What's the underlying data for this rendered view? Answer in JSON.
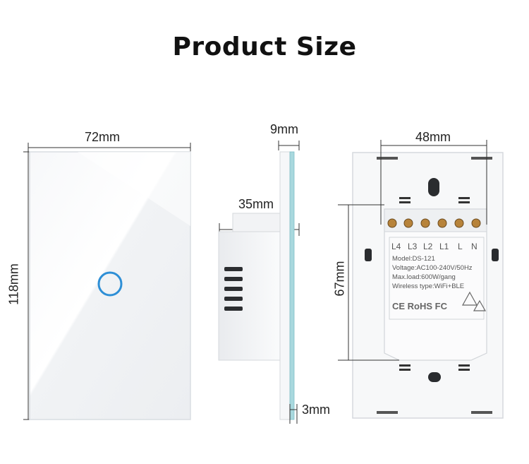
{
  "title": "Product Size",
  "dimensions": {
    "front_width": "72mm",
    "front_height": "118mm",
    "side_panel_thickness": "9mm",
    "side_depth": "35mm",
    "side_glass": "3mm",
    "back_width": "48mm",
    "back_height": "67mm"
  },
  "terminals": [
    "L4",
    "L3",
    "L2",
    "L1",
    "L",
    "N"
  ],
  "spec_label": {
    "model": "Model:DS-121",
    "voltage": "Voltage:AC100-240V/50Hz",
    "max_load": "Max.load:600W/gang",
    "wireless": "Wireless type:WiFi+BLE",
    "marks": "CE RoHS FC"
  },
  "colors": {
    "panel": "#f4f6f8",
    "touch_ring": "#2e8fd6",
    "glass_edge": "#9fd3d9"
  }
}
